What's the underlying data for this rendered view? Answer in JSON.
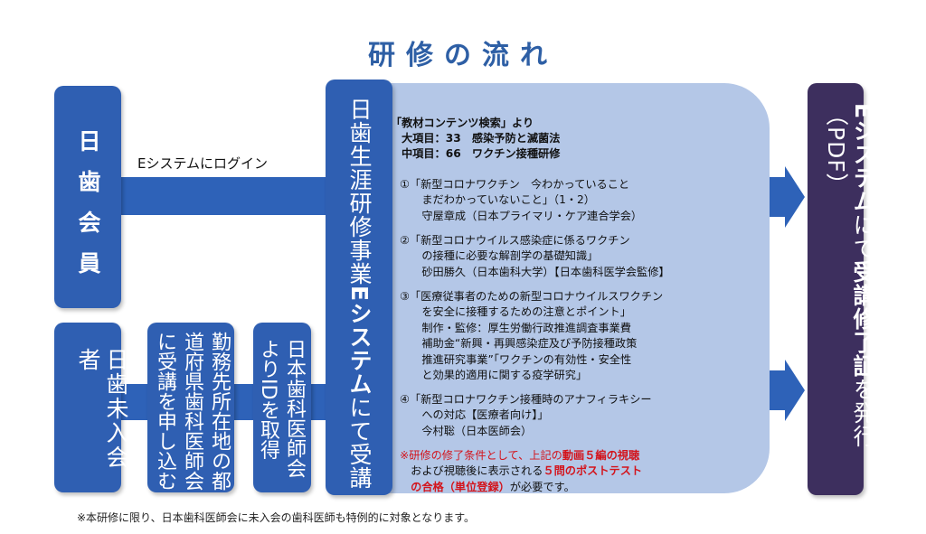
{
  "title": "研修の流れ",
  "member_box": {
    "label": "日歯会員"
  },
  "login_label": "Eシステムにログイン",
  "non_member_box": {
    "label": "日歯未入会者"
  },
  "step_apply": {
    "line1": "勤務先所在地の都",
    "line2": "道府県歯科医師会",
    "line3": "に受講を申し込む"
  },
  "step_id": {
    "line1": "日本歯科医師会",
    "line2": "よりIDを取得"
  },
  "center_box": {
    "prefix": "日歯生涯研修事業",
    "emph": "Eシステム",
    "suffix": "にて受講"
  },
  "panel": {
    "search": "「教材コンテンツ検索」より",
    "major": "大項目：33　感染予防と滅菌法",
    "middle": "中項目：66　ワクチン接種研修",
    "item1": "①「新型コロナワクチン　今わかっていること\n　　まだわかっていないこと」（1・2）\n　　守屋章成（日本プライマリ・ケア連合学会）",
    "item2": "②「新型コロナウイルス感染症に係るワクチン\n　　の接種に必要な解剖学の基礎知識」\n　　砂田勝久（日本歯科大学）【日本歯科医学会監修】",
    "item3": "③「医療従事者のための新型コロナウイルスワクチン\n　　を安全に接種するための注意とポイント」\n　　制作・監修：厚生労働行政推進調査事業費\n　　補助金“新興・再興感染症及び予防接種政策\n　　推進研究事業”「ワクチンの有効性・安全性\n　　と効果的適用に関する疫学研究」",
    "item4": "④「新型コロナワクチン接種時のアナフィラキシー\n　　への対応【医療者向け】」\n　　今村聡（日本医師会）",
    "note_a": "※研修の修了条件として、上記の",
    "note_b": "動画５編の視聴",
    "note_c": "\n　および視聴後に表示される",
    "note_d": "５問のポストテスト",
    "note_e": "\n　の合格（単位登録）",
    "note_f": "が必要です。"
  },
  "result_box": {
    "part1": "Eシステム",
    "part2": "にて",
    "part3": "受講修了証",
    "part4": "を発行（PDF）"
  },
  "footnote": "※本研修に限り、日本歯科医師会に未入会の歯科医師も特例的に対象となります。",
  "colors": {
    "box": "#2f5fb2",
    "arrow": "#2e62b8",
    "panel": "#b4c7e7",
    "result": "#3d2f5e",
    "title": "#2e5fa5",
    "highlight": "#d3141c"
  }
}
